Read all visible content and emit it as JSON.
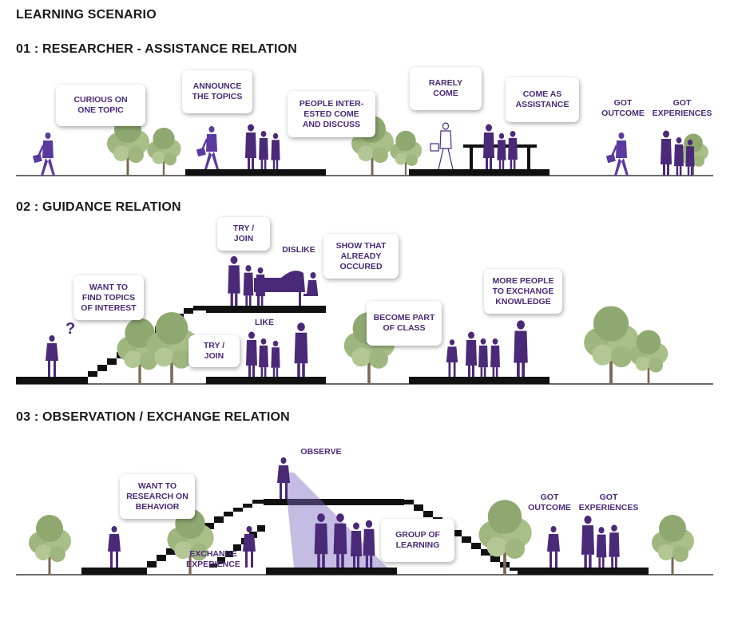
{
  "title": "LEARNING SCENARIO",
  "sections": {
    "s1": {
      "title": "01 : RESEARCHER - ASSISTANCE RELATION",
      "curious": "CURIOUS ON\nONE TOPIC",
      "announce": "ANNOUNCE\nTHE TOPICS",
      "people": "PEOPLE INTER-\nESTED COME\nAND DISCUSS",
      "rarely": "RARELY\nCOME",
      "assist": "COME AS\nASSISTANCE",
      "outcome": "GOT\nOUTCOME",
      "experiences": "GOT\nEXPERIENCES"
    },
    "s2": {
      "title": "02 : GUIDANCE RELATION",
      "question": "?",
      "want": "WANT TO\nFIND TOPICS\nOF INTEREST",
      "try_top": "TRY /\nJOIN",
      "dislike": "DISLIKE",
      "show": "SHOW THAT\nALREADY\nOCCURED",
      "like": "LIKE",
      "try_bottom": "TRY /\nJOIN",
      "become": "BECOME PART\nOF CLASS",
      "more": "MORE PEOPLE\nTO EXCHANGE\nKNOWLEDGE"
    },
    "s3": {
      "title": "03 : OBSERVATION / EXCHANGE RELATION",
      "observe": "OBSERVE",
      "research": "WANT TO\nRESEARCH ON\nBEHAVIOR",
      "exchange": "EXCHANGE\nEXPERIENCE",
      "group": "GROUP OF\nLEARNING",
      "outcome": "GOT\nOUTCOME",
      "experiences": "GOT\nEXPERIENCES"
    }
  },
  "colors": {
    "figure": "#4a2a78",
    "figure_light": "#6a4bb0",
    "ground": "#111111",
    "tree": "#9fb67e",
    "tree_dark": "#6f8b52",
    "text": "#4a2a78"
  }
}
